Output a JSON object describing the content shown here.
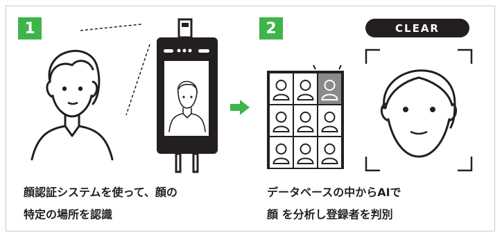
{
  "step1": {
    "badge": "1",
    "caption_line1": "顔認証システムを使って、顔の",
    "caption_line2": "特定の場所を認識"
  },
  "step2": {
    "badge": "2",
    "status_label": "CLEAR",
    "caption_line1": "データベースの中からAIで",
    "caption_line2": "顔 を分析し登録者を判別"
  },
  "colors": {
    "accent_green": "#3db54a",
    "ink": "#231f20",
    "highlight_cell": "#8a8a8a"
  },
  "icons": [
    "person-icon",
    "face-scanner-terminal-icon",
    "arrow-right-icon",
    "face-database-grid-icon",
    "face-icon",
    "scan-frame-icon"
  ]
}
